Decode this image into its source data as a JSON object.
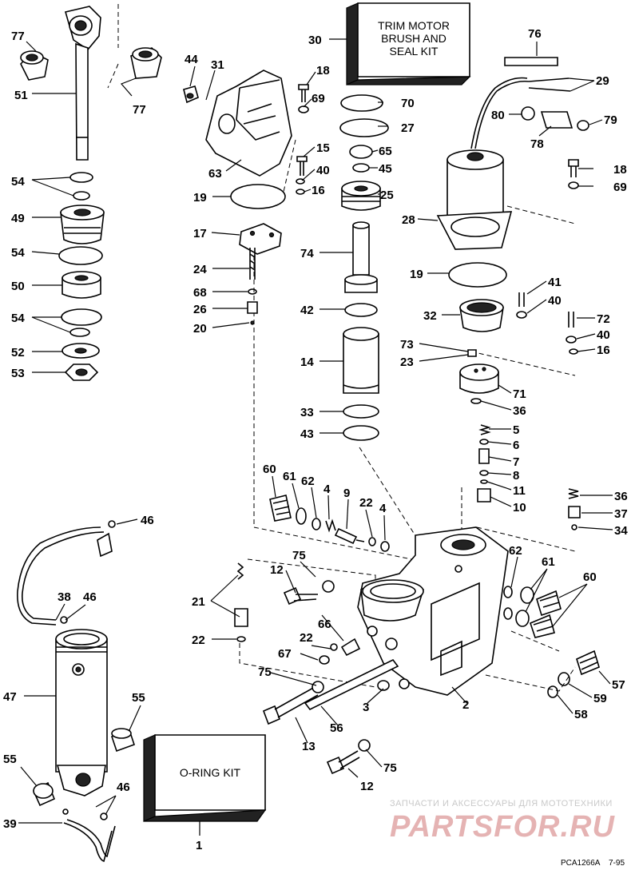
{
  "kits": {
    "trim_motor_kit": [
      "TRIM MOTOR",
      "BRUSH AND",
      "SEAL KIT"
    ],
    "oring_kit": "O-RING KIT"
  },
  "watermark": {
    "line1": "ЗАПЧАСТИ И АКСЕССУАРЫ ДЛЯ МОТОТЕХНИКИ",
    "line2": "PARTSFOR.RU"
  },
  "drawing_code": "PCA1266A",
  "drawing_date": "7-95",
  "callouts": [
    "77",
    "51",
    "77",
    "44",
    "31",
    "30",
    "76",
    "18",
    "69",
    "29",
    "70",
    "27",
    "80",
    "79",
    "78",
    "63",
    "15",
    "65",
    "45",
    "18",
    "69",
    "40",
    "16",
    "19",
    "25",
    "28",
    "54",
    "49",
    "17",
    "74",
    "19",
    "54",
    "24",
    "68",
    "41",
    "26",
    "40",
    "50",
    "54",
    "20",
    "42",
    "32",
    "72",
    "40",
    "16",
    "52",
    "73",
    "23",
    "53",
    "14",
    "71",
    "36",
    "33",
    "43",
    "5",
    "6",
    "7",
    "60",
    "61",
    "62",
    "4",
    "9",
    "22",
    "4",
    "8",
    "11",
    "10",
    "36",
    "37",
    "34",
    "46",
    "75",
    "12",
    "62",
    "61",
    "60",
    "21",
    "38",
    "46",
    "22",
    "66",
    "22",
    "67",
    "75",
    "47",
    "55",
    "3",
    "57",
    "59",
    "2",
    "58",
    "56",
    "13",
    "55",
    "12",
    "75",
    "46",
    "1",
    "39"
  ]
}
